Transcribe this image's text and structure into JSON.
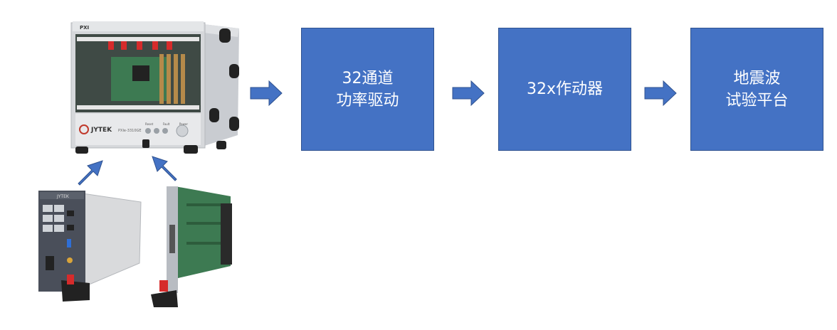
{
  "chassis": {
    "top_label": "PXI",
    "brand": "JYTEK",
    "model": "PXIe-3310GE",
    "buttons": [
      "Reset",
      "Fault",
      "Power"
    ]
  },
  "controller_card": {
    "brand": "JYTEK"
  },
  "flow": {
    "box1": {
      "line1": "32通道",
      "line2": "功率驱动"
    },
    "box2": {
      "line1": "32x作动器"
    },
    "box3": {
      "line1": "地震波",
      "line2": "试验平台"
    }
  },
  "colors": {
    "box_fill": "#4472c4",
    "box_border": "#2f528f",
    "arrow_fill": "#4472c4",
    "arrow_border": "#2f528f"
  }
}
